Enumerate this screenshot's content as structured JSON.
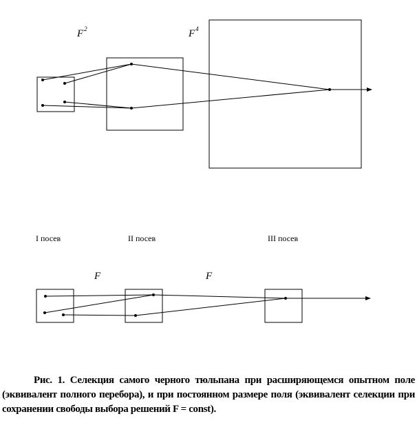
{
  "top_diagram": {
    "label_1": {
      "base": "F",
      "sup": "2"
    },
    "label_2": {
      "base": "F",
      "sup": "4"
    }
  },
  "stage_labels": [
    "I посев",
    "II посев",
    "III посев"
  ],
  "bottom_diagram": {
    "label_1": "F",
    "label_2": "F"
  },
  "caption": {
    "lead": "Рис.  1. ",
    "text": "Селекция самого черного тюльпана при расширяющемся опытном поле (эквивалент полного перебора), и при постоянном размере поля (эквивалент селекции при сохранении свободы выбора решений F = const)."
  }
}
